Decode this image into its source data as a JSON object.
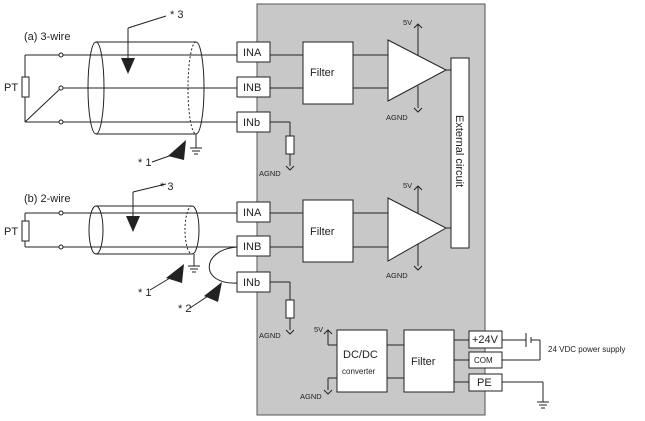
{
  "module": {
    "fill": "#c8c8c8",
    "ports": [
      {
        "label": "INA"
      },
      {
        "label": "INB"
      },
      {
        "label": "INb"
      },
      {
        "label": "INA"
      },
      {
        "label": "INB"
      },
      {
        "label": "INb"
      }
    ],
    "filter_label": "Filter",
    "external_circuit_label": "External circuit",
    "supply_5v_label": "5V",
    "agnd_label": "AGND",
    "dcdc": {
      "line1": "DC/DC",
      "line2": "converter"
    },
    "power_ports": [
      {
        "label": "+24V"
      },
      {
        "label": "COM"
      },
      {
        "label": "PE"
      }
    ]
  },
  "wiring": {
    "three_wire_label": "(a) 3-wire",
    "two_wire_label": "(b) 2-wire",
    "sensor_label": "PT",
    "note_star3": "* 3",
    "note_star1": "* 1",
    "note_star2": "* 2"
  },
  "power_supply_label": "24 VDC power supply"
}
